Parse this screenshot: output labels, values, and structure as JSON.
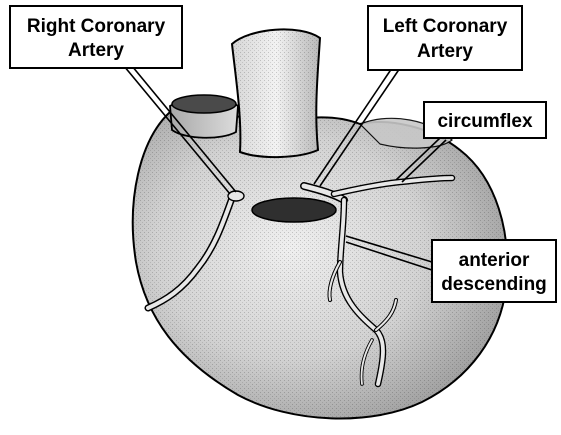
{
  "labels": {
    "right_coronary_artery": [
      "Right Coronary",
      "Artery"
    ],
    "left_coronary_artery": [
      "Left Coronary",
      "Artery"
    ],
    "circumflex": "circumflex",
    "anterior_descending": [
      "anterior",
      "descending"
    ]
  },
  "colors": {
    "outline": "#000000",
    "background": "#ffffff",
    "heart_light": "#e4e4e4",
    "heart_mid": "#bdbdbd",
    "heart_dark": "#8a8a8a",
    "vessel_opening": "#3a3a3a"
  }
}
